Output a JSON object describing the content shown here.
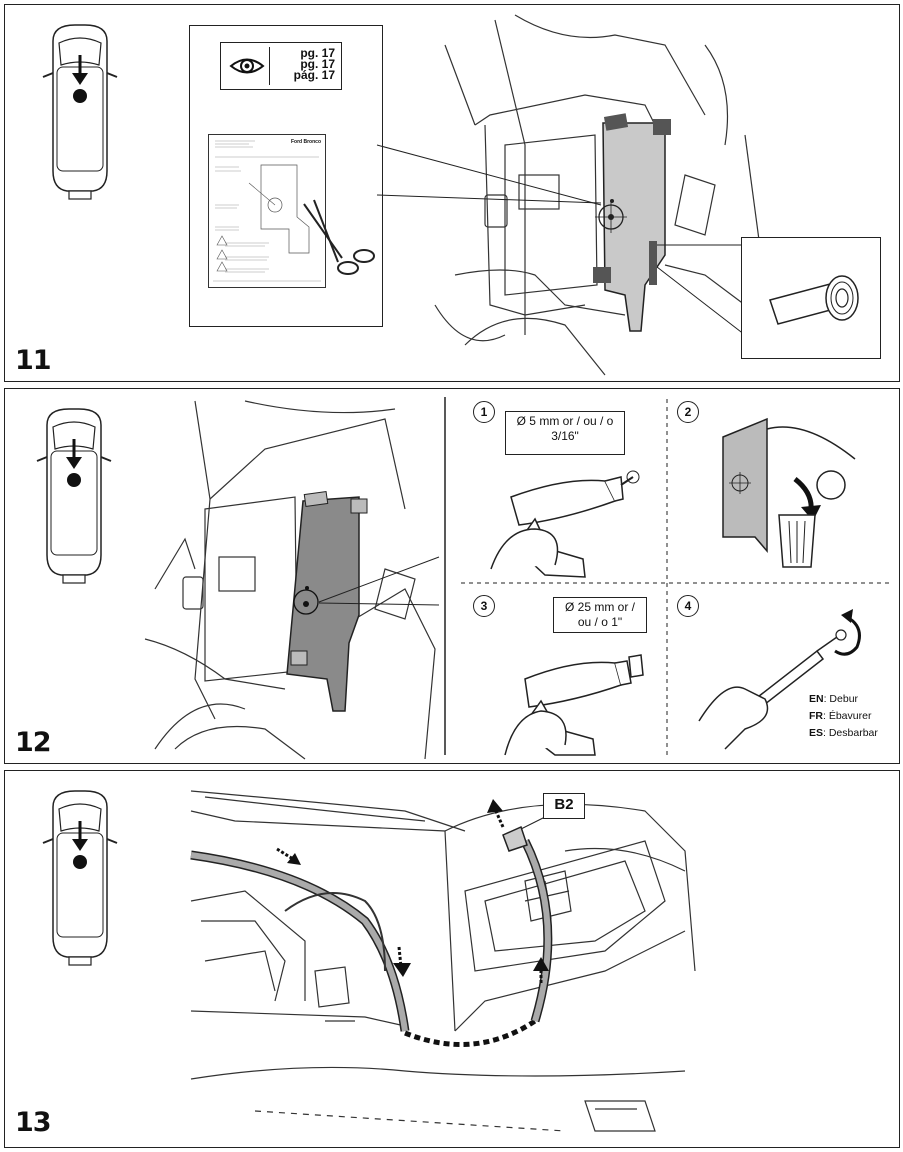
{
  "steps": [
    {
      "number": "11"
    },
    {
      "number": "12"
    },
    {
      "number": "13"
    }
  ],
  "step11": {
    "page_refs": [
      "pg. 17",
      "pg. 17",
      "pág. 17"
    ],
    "template_brand": "Ford Bronco",
    "icons": [
      "eye-icon",
      "scissors-icon",
      "tape-roll-icon"
    ]
  },
  "step12": {
    "substeps": [
      {
        "number": "1",
        "callout": "Ø 5 mm or / ou / o 3/16\""
      },
      {
        "number": "2"
      },
      {
        "number": "3",
        "callout": "Ø 25 mm or / ou / o 1\""
      },
      {
        "number": "4"
      }
    ],
    "debur": [
      {
        "lang": "EN",
        "text": ": Debur"
      },
      {
        "lang": "FR",
        "text": ": Ébavurer"
      },
      {
        "lang": "ES",
        "text": ": Desbarbar"
      }
    ]
  },
  "step13": {
    "connector_label": "B2"
  }
}
